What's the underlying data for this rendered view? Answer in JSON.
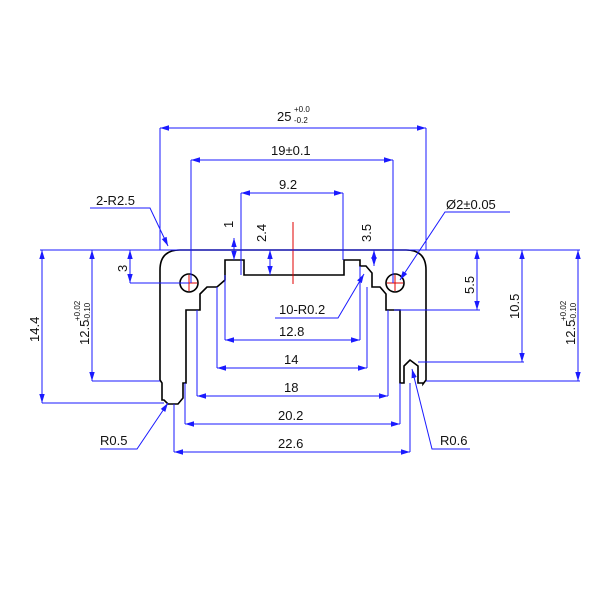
{
  "colors": {
    "profile": "#000000",
    "dimension": "#1a1aff",
    "centerline": "#e00000",
    "text": "#111111",
    "background": "#ffffff"
  },
  "dimensions": {
    "overall_width": {
      "base": "25",
      "tol_upper": "+0.0",
      "tol_lower": "-0.2"
    },
    "slot_outer_width": "19±0.1",
    "slot_inner_width": "9.2",
    "corner_radius": "2-R2.5",
    "hole_diameter": "Ø2±0.05",
    "lip_1": "1",
    "lip_2_4": "2.4",
    "depth_3_5": "3.5",
    "hole_offset_3": "3",
    "fillet_radius": "10-R0.2",
    "height_5_5": "5.5",
    "height_10_5": "10.5",
    "height_14_4": "14.4",
    "left_height": {
      "base": "12.5",
      "tol_upper": "+0.02",
      "tol_lower": "-0.10"
    },
    "right_height": {
      "base": "12.5",
      "tol_upper": "+0.02",
      "tol_lower": "-0.10"
    },
    "w_12_8": "12.8",
    "w_14": "14",
    "w_18": "18",
    "w_20_2": "20.2",
    "w_22_6": "22.6",
    "radius_left_foot": "R0.5",
    "radius_right_foot": "R0.6"
  }
}
